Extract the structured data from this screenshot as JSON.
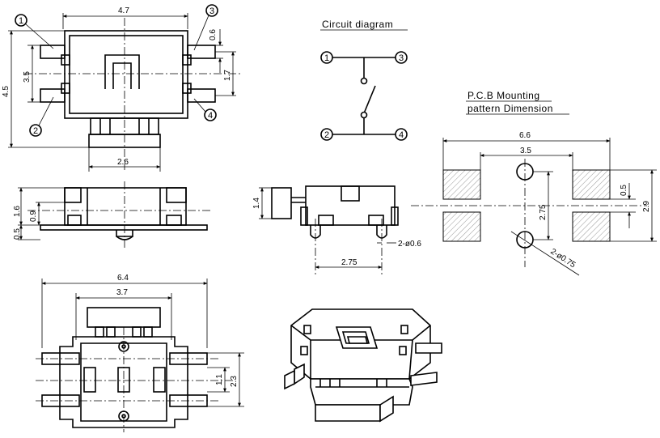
{
  "titles": {
    "circuit": "Circuit diagram",
    "pcb_line1": "P.C.B Mounting",
    "pcb_line2": "pattern Dimension"
  },
  "pins": [
    "1",
    "2",
    "3",
    "4"
  ],
  "top_view": {
    "width": "4.7",
    "height": "4.5",
    "inner": "3.5",
    "pin_w": "0.6",
    "pitch": "1.7",
    "base": "2.6"
  },
  "side_view": {
    "h1": "1.6",
    "h2": "0.9",
    "h3": "0.5"
  },
  "front_view": {
    "height": "1.4",
    "span": "2.75",
    "hole": "2-ø0.6"
  },
  "pcb": {
    "overall": "6.6",
    "inner": "3.5",
    "gap": "0.5",
    "height": "2.9",
    "span": "2.75",
    "hole": "2-ø0.75"
  },
  "bottom_view": {
    "overall": "6.4",
    "inner": "3.7",
    "h1": "1.1",
    "h2": "2.3"
  }
}
